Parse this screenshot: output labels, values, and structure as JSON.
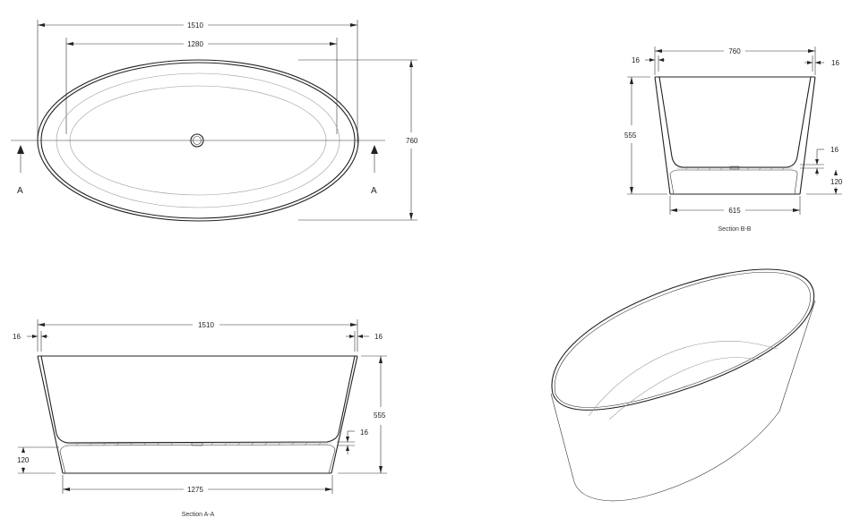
{
  "drawing": {
    "top_view": {
      "overall_length": "1510",
      "inner_length": "1280",
      "overall_width": "760",
      "section_marker_left": "A",
      "section_marker_right": "A"
    },
    "section_bb": {
      "caption": "Section B-B",
      "top_width": "760",
      "wall_left": "16",
      "wall_right": "16",
      "height": "555",
      "floor_thickness": "16",
      "base_height": "120",
      "base_width": "615"
    },
    "section_aa": {
      "caption": "Section A-A",
      "top_length": "1510",
      "wall_left": "16",
      "wall_right": "16",
      "height": "555",
      "floor_thickness": "16",
      "base_height": "120",
      "base_length": "1275"
    },
    "iso_view": {
      "description": "isometric-bathtub-view"
    }
  }
}
